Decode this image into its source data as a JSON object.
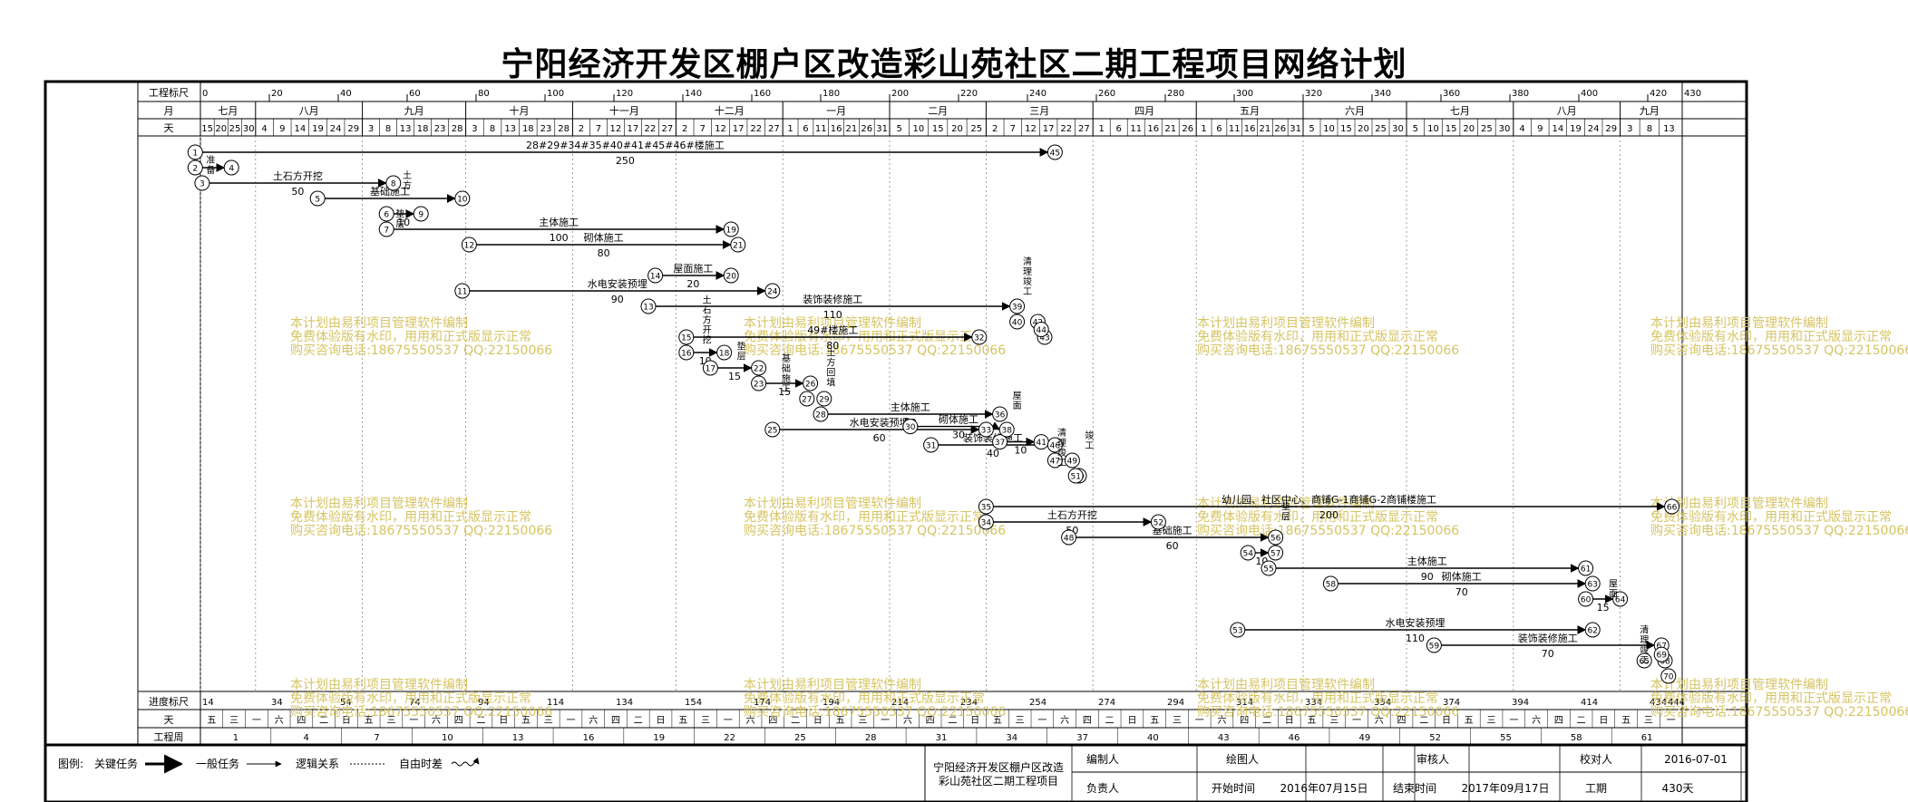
{
  "title": "宁阳经济开发区棚户区改造彩山苑社区二期工程项目网络计划",
  "scale": {
    "total_days": 430,
    "top_label": "工程标尺",
    "month_label": "月",
    "day_label": "天",
    "progress_label": "进度标尺",
    "weekday_label": "天",
    "week_label": "工程周",
    "top_ticks": [
      0,
      20,
      40,
      60,
      80,
      100,
      120,
      140,
      160,
      180,
      200,
      220,
      240,
      260,
      280,
      300,
      320,
      340,
      360,
      380,
      400,
      420,
      430
    ],
    "months": [
      {
        "name": "七月",
        "days": 16
      },
      {
        "name": "八月",
        "days": 31
      },
      {
        "name": "九月",
        "days": 30
      },
      {
        "name": "十月",
        "days": 31
      },
      {
        "name": "十一月",
        "days": 30
      },
      {
        "name": "十二月",
        "days": 31
      },
      {
        "name": "一月",
        "days": 31
      },
      {
        "name": "二月",
        "days": 28
      },
      {
        "name": "三月",
        "days": 31
      },
      {
        "name": "四月",
        "days": 30
      },
      {
        "name": "五月",
        "days": 31
      },
      {
        "name": "六月",
        "days": 30
      },
      {
        "name": "七月",
        "days": 31
      },
      {
        "name": "八月",
        "days": 31
      },
      {
        "name": "九月",
        "days": 17
      }
    ],
    "day_numbers": [
      [
        "15",
        "20",
        "25",
        "30"
      ],
      [
        "4",
        "9",
        "14",
        "19",
        "24",
        "29"
      ],
      [
        "3",
        "8",
        "13",
        "18",
        "23",
        "28"
      ],
      [
        "3",
        "8",
        "13",
        "18",
        "23",
        "28"
      ],
      [
        "2",
        "7",
        "12",
        "17",
        "22",
        "27"
      ],
      [
        "2",
        "7",
        "12",
        "17",
        "22",
        "27"
      ],
      [
        "1",
        "6",
        "11",
        "16",
        "21",
        "26",
        "31"
      ],
      [
        "5",
        "10",
        "15",
        "20",
        "25"
      ],
      [
        "2",
        "7",
        "12",
        "17",
        "22",
        "27"
      ],
      [
        "1",
        "6",
        "11",
        "16",
        "21",
        "26"
      ],
      [
        "1",
        "6",
        "11",
        "16",
        "21",
        "26",
        "31"
      ],
      [
        "5",
        "10",
        "15",
        "20",
        "25",
        "30"
      ],
      [
        "5",
        "10",
        "15",
        "20",
        "25",
        "30"
      ],
      [
        "4",
        "9",
        "14",
        "19",
        "24",
        "29"
      ],
      [
        "3",
        "8",
        "13"
      ]
    ],
    "progress_ticks": [
      "14",
      "34",
      "54",
      "74",
      "94",
      "114",
      "134",
      "154",
      "174",
      "194",
      "214",
      "234",
      "254",
      "274",
      "294",
      "314",
      "334",
      "354",
      "374",
      "394",
      "414",
      "434",
      "444"
    ],
    "weekday_chars": [
      "五",
      "三",
      "一",
      "六",
      "四",
      "二",
      "日",
      "五",
      "三",
      "一",
      "六",
      "四",
      "二",
      "日",
      "五",
      "三",
      "一",
      "六",
      "四",
      "二",
      "日",
      "五",
      "三",
      "一",
      "六",
      "四",
      "二",
      "日",
      "五",
      "三",
      "一",
      "六",
      "四",
      "二",
      "日",
      "五",
      "三",
      "一",
      "六",
      "四",
      "二",
      "日",
      "五",
      "三",
      "一",
      "六",
      "四",
      "二",
      "日",
      "五",
      "三",
      "一",
      "六",
      "四",
      "二",
      "日",
      "五",
      "三",
      "一",
      "六",
      "四",
      "二",
      "日",
      "五",
      "三",
      "一"
    ],
    "weeks": [
      "1",
      "4",
      "7",
      "10",
      "13",
      "16",
      "19",
      "22",
      "25",
      "28",
      "31",
      "34",
      "37",
      "40",
      "43",
      "46",
      "49",
      "52",
      "55",
      "58",
      "61"
    ]
  },
  "nodes": [
    {
      "id": "1",
      "d": -1.5,
      "row": 0
    },
    {
      "id": "2",
      "d": -1.5,
      "row": 1
    },
    {
      "id": "3",
      "d": 0.5,
      "row": 2
    },
    {
      "id": "4",
      "d": 9,
      "row": 1
    },
    {
      "id": "5",
      "d": 34,
      "row": 3
    },
    {
      "id": "6",
      "d": 54,
      "row": 4
    },
    {
      "id": "7",
      "d": 54,
      "row": 5
    },
    {
      "id": "8",
      "d": 56,
      "row": 2
    },
    {
      "id": "9",
      "d": 64,
      "row": 4
    },
    {
      "id": "10",
      "d": 76,
      "row": 3
    },
    {
      "id": "11",
      "d": 76,
      "row": 9
    },
    {
      "id": "12",
      "d": 78,
      "row": 6
    },
    {
      "id": "13",
      "d": 130,
      "row": 10
    },
    {
      "id": "14",
      "d": 132,
      "row": 8
    },
    {
      "id": "15",
      "d": 141,
      "row": 12
    },
    {
      "id": "16",
      "d": 141,
      "row": 13
    },
    {
      "id": "17",
      "d": 148,
      "row": 14
    },
    {
      "id": "18",
      "d": 152,
      "row": 13
    },
    {
      "id": "19",
      "d": 154,
      "row": 5
    },
    {
      "id": "20",
      "d": 154,
      "row": 8
    },
    {
      "id": "21",
      "d": 156,
      "row": 6
    },
    {
      "id": "22",
      "d": 162,
      "row": 14
    },
    {
      "id": "23",
      "d": 162,
      "row": 15
    },
    {
      "id": "24",
      "d": 166,
      "row": 9
    },
    {
      "id": "25",
      "d": 166,
      "row": 18
    },
    {
      "id": "26",
      "d": 177,
      "row": 15
    },
    {
      "id": "27",
      "d": 176,
      "row": 16
    },
    {
      "id": "28",
      "d": 180,
      "row": 17
    },
    {
      "id": "29",
      "d": 181,
      "row": 16
    },
    {
      "id": "30",
      "d": 206,
      "row": 17.8
    },
    {
      "id": "31",
      "d": 212,
      "row": 19
    },
    {
      "id": "32",
      "d": 226,
      "row": 12
    },
    {
      "id": "33",
      "d": 228,
      "row": 18
    },
    {
      "id": "34",
      "d": 228,
      "row": 24
    },
    {
      "id": "35",
      "d": 228,
      "row": 23
    },
    {
      "id": "36",
      "d": 232,
      "row": 17
    },
    {
      "id": "37",
      "d": 232,
      "row": 18.8
    },
    {
      "id": "38",
      "d": 234,
      "row": 18
    },
    {
      "id": "39",
      "d": 237,
      "row": 10
    },
    {
      "id": "40",
      "d": 237,
      "row": 11
    },
    {
      "id": "41",
      "d": 244,
      "row": 18.8
    },
    {
      "id": "42",
      "d": 243,
      "row": 11
    },
    {
      "id": "43",
      "d": 245,
      "row": 12
    },
    {
      "id": "44",
      "d": 244,
      "row": 11.5
    },
    {
      "id": "45",
      "d": 248,
      "row": 0
    },
    {
      "id": "46",
      "d": 248,
      "row": 19
    },
    {
      "id": "47",
      "d": 248,
      "row": 20
    },
    {
      "id": "48",
      "d": 252,
      "row": 25
    },
    {
      "id": "49",
      "d": 253,
      "row": 20
    },
    {
      "id": "50",
      "d": 255,
      "row": 21
    },
    {
      "id": "51",
      "d": 254,
      "row": 21
    },
    {
      "id": "52",
      "d": 278,
      "row": 24
    },
    {
      "id": "53",
      "d": 301,
      "row": 31
    },
    {
      "id": "54",
      "d": 304,
      "row": 26
    },
    {
      "id": "55",
      "d": 310,
      "row": 27
    },
    {
      "id": "56",
      "d": 312,
      "row": 25
    },
    {
      "id": "57",
      "d": 312,
      "row": 26
    },
    {
      "id": "58",
      "d": 328,
      "row": 28
    },
    {
      "id": "59",
      "d": 358,
      "row": 32
    },
    {
      "id": "60",
      "d": 402,
      "row": 29
    },
    {
      "id": "61",
      "d": 402,
      "row": 27
    },
    {
      "id": "62",
      "d": 404,
      "row": 31
    },
    {
      "id": "63",
      "d": 404,
      "row": 28
    },
    {
      "id": "64",
      "d": 412,
      "row": 29
    },
    {
      "id": "65",
      "d": 419,
      "row": 33
    },
    {
      "id": "66",
      "d": 427,
      "row": 23
    },
    {
      "id": "67",
      "d": 424,
      "row": 32
    },
    {
      "id": "68",
      "d": 425,
      "row": 33
    },
    {
      "id": "69",
      "d": 424,
      "row": 32.6
    },
    {
      "id": "70",
      "d": 426,
      "row": 34
    }
  ],
  "tasks": [
    {
      "from": "1",
      "to": "45",
      "name": "28#29#34#35#40#41#45#46#楼施工",
      "dur": "250",
      "crit": true
    },
    {
      "from": "2",
      "to": "4",
      "name": "",
      "dur": "",
      "crit": true
    },
    {
      "from": "3",
      "to": "8",
      "name": "土石方开挖",
      "dur": "50",
      "crit": true
    },
    {
      "from": "5",
      "to": "10",
      "name": "基础施工",
      "dur": "",
      "crit": true
    },
    {
      "from": "6",
      "to": "9",
      "name": "",
      "dur": "10",
      "crit": true
    },
    {
      "from": "7",
      "to": "19",
      "name": "主体施工",
      "dur": "100",
      "crit": true
    },
    {
      "from": "12",
      "to": "21",
      "name": "砌体施工",
      "dur": "80",
      "crit": true
    },
    {
      "from": "14",
      "to": "20",
      "name": "屋面施工",
      "dur": "20",
      "crit": true
    },
    {
      "from": "11",
      "to": "24",
      "name": "水电安装预埋",
      "dur": "90",
      "crit": true
    },
    {
      "from": "13",
      "to": "39",
      "name": "装饰装修施工",
      "dur": "110",
      "crit": true
    },
    {
      "from": "15",
      "to": "32",
      "name": "49#楼施工",
      "dur": "80",
      "crit": true
    },
    {
      "from": "16",
      "to": "18",
      "name": "",
      "dur": "10",
      "crit": true
    },
    {
      "from": "17",
      "to": "22",
      "name": "",
      "dur": "15",
      "crit": true
    },
    {
      "from": "23",
      "to": "26",
      "name": "",
      "dur": "15",
      "crit": true
    },
    {
      "from": "28",
      "to": "36",
      "name": "主体施工",
      "dur": "50",
      "crit": true
    },
    {
      "from": "30",
      "to": "38",
      "name": "砌体施工",
      "dur": "30",
      "crit": true
    },
    {
      "from": "37",
      "to": "41",
      "name": "",
      "dur": "10",
      "crit": true
    },
    {
      "from": "25",
      "to": "33",
      "name": "水电安装预埋",
      "dur": "60",
      "crit": true
    },
    {
      "from": "31",
      "to": "46",
      "name": "装饰装修施工",
      "dur": "40",
      "crit": true
    },
    {
      "from": "35",
      "to": "66",
      "name": "幼儿园、社区中心、商铺G-1商铺G-2商铺楼施工",
      "dur": "200",
      "crit": true
    },
    {
      "from": "34",
      "to": "52",
      "name": "土石方开挖",
      "dur": "50",
      "crit": true
    },
    {
      "from": "48",
      "to": "56",
      "name": "基础施工",
      "dur": "60",
      "crit": true
    },
    {
      "from": "54",
      "to": "57",
      "name": "",
      "dur": "10",
      "crit": true
    },
    {
      "from": "55",
      "to": "61",
      "name": "主体施工",
      "dur": "90",
      "crit": true
    },
    {
      "from": "58",
      "to": "63",
      "name": "砌体施工",
      "dur": "70",
      "crit": true
    },
    {
      "from": "60",
      "to": "64",
      "name": "",
      "dur": "15",
      "crit": true
    },
    {
      "from": "53",
      "to": "62",
      "name": "水电安装预埋",
      "dur": "110",
      "crit": true
    },
    {
      "from": "59",
      "to": "67",
      "name": "装饰装修施工",
      "dur": "70",
      "crit": true
    }
  ],
  "vertical_labels": [
    {
      "text": "准备",
      "d": 3,
      "row": 0.7
    },
    {
      "text": "土方",
      "d": 60,
      "row": 1.7
    },
    {
      "text": "垫层",
      "d": 58,
      "row": 4.2
    },
    {
      "text": "土石方开挖",
      "d": 147,
      "row": 9.8
    },
    {
      "text": "垫层",
      "d": 157,
      "row": 12.8
    },
    {
      "text": "基础施工",
      "d": 170,
      "row": 13.6
    },
    {
      "text": "土方回填",
      "d": 183,
      "row": 13.2
    },
    {
      "text": "清理竣工",
      "d": 240,
      "row": 7.3
    },
    {
      "text": "屋面",
      "d": 237,
      "row": 16
    },
    {
      "text": "清理竣工",
      "d": 250,
      "row": 18.4
    },
    {
      "text": "竣工",
      "d": 258,
      "row": 18.6
    },
    {
      "text": "垫层",
      "d": 315,
      "row": 23.2
    },
    {
      "text": "屋面",
      "d": 410,
      "row": 28.2
    },
    {
      "text": "清理竣工",
      "d": 419,
      "row": 31.2
    }
  ],
  "watermark": {
    "lines": [
      "本计划由易利项目管理软件编制",
      "免费体验版有水印，用用和正式版显示正常",
      "购买咨询电话:18675550537 QQ:22150066"
    ],
    "color": "#d6c463"
  },
  "legend": {
    "label": "图例:",
    "critical": "关键任务",
    "normal": "一般任务",
    "logic": "逻辑关系",
    "float": "自由时差"
  },
  "info": {
    "project_name": "宁阳经济开发区棚户区改造彩山苑社区二期工程项目",
    "compiler_label": "编制人",
    "drawer_label": "绘图人",
    "reviewer_label": "审核人",
    "checker_label": "校对人",
    "manager_label": "负责人",
    "start_label": "开始时间",
    "start_value": "2016年07月15日",
    "end_label": "结束时间",
    "end_value": "2017年09月17日",
    "duration_label": "工期",
    "duration_value": "430天",
    "date_value": "2016-07-01"
  }
}
